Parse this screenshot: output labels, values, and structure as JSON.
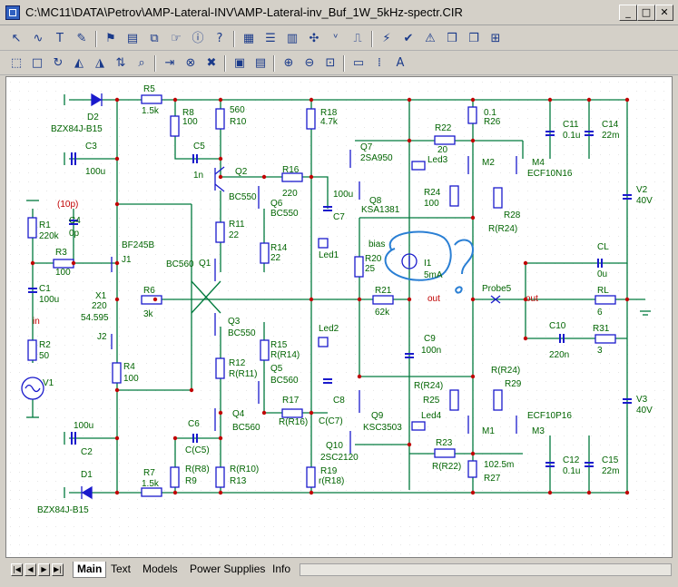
{
  "window": {
    "title": "C:\\MC11\\DATA\\Petrov\\AMP-Lateral-INV\\AMP-Lateral-inv_Buf_1W_5kHz-spectr.CIR",
    "minimize": "_",
    "maximize": "□",
    "close": "✕"
  },
  "colors": {
    "wire": "#007a3d",
    "component": "#1a1acc",
    "label": "#006400",
    "node_dot": "#c00000",
    "annotation": "#c00000",
    "pen": "#2a7fd4"
  },
  "toolbar1": [
    {
      "icon": "select-arrow-icon",
      "glyph": "↖"
    },
    {
      "icon": "wire-icon",
      "glyph": "∿"
    },
    {
      "icon": "text-tool-icon",
      "glyph": "T"
    },
    {
      "icon": "pen-icon",
      "glyph": "✎"
    },
    {
      "icon": "flag-icon",
      "glyph": "⚑"
    },
    {
      "icon": "book-icon",
      "glyph": "▤"
    },
    {
      "icon": "component-icon",
      "glyph": "⧉"
    },
    {
      "icon": "pointer-icon",
      "glyph": "☞"
    },
    {
      "icon": "info-icon",
      "glyph": "ⓘ"
    },
    {
      "icon": "help-icon",
      "glyph": "?"
    },
    {
      "icon": "grid-icon",
      "glyph": "▦"
    },
    {
      "icon": "list-icon",
      "glyph": "☰"
    },
    {
      "icon": "table-icon",
      "glyph": "▥"
    },
    {
      "icon": "node-icon",
      "glyph": "✣"
    },
    {
      "icon": "voltage-icon",
      "glyph": "ᵛ"
    },
    {
      "icon": "current-icon",
      "glyph": "⎍"
    },
    {
      "icon": "power-icon",
      "glyph": "⚡"
    },
    {
      "icon": "check-icon",
      "glyph": "✔"
    },
    {
      "icon": "state-icon",
      "glyph": "⚠"
    },
    {
      "icon": "page-icon",
      "glyph": "❒"
    },
    {
      "icon": "copy-icon",
      "glyph": "❐"
    },
    {
      "icon": "window-icon",
      "glyph": "⊞"
    }
  ],
  "toolbar2": [
    {
      "icon": "move-icon",
      "glyph": "⬚"
    },
    {
      "icon": "box-icon",
      "glyph": "□"
    },
    {
      "icon": "rotate-icon",
      "glyph": "↻"
    },
    {
      "icon": "flip-h-icon",
      "glyph": "◭"
    },
    {
      "icon": "flip-v-icon",
      "glyph": "◮"
    },
    {
      "icon": "mirror-icon",
      "glyph": "⇅"
    },
    {
      "icon": "find-icon",
      "glyph": "⌕"
    },
    {
      "icon": "step-icon",
      "glyph": "⇥"
    },
    {
      "icon": "stop-icon",
      "glyph": "⊗"
    },
    {
      "icon": "cancel-icon",
      "glyph": "✖"
    },
    {
      "icon": "stack-icon",
      "glyph": "▣"
    },
    {
      "icon": "stack2-icon",
      "glyph": "▤"
    },
    {
      "icon": "zoom-in-icon",
      "glyph": "⊕"
    },
    {
      "icon": "zoom-out-icon",
      "glyph": "⊖"
    },
    {
      "icon": "zoom-fit-icon",
      "glyph": "⊡"
    },
    {
      "icon": "display-icon",
      "glyph": "▭"
    },
    {
      "icon": "options-icon",
      "glyph": "⁞"
    },
    {
      "icon": "font-icon",
      "glyph": "A"
    }
  ],
  "schematic": {
    "labels": [
      {
        "id": "d2",
        "text": "D2"
      },
      {
        "id": "d2v",
        "text": "BZX84J-B15"
      },
      {
        "id": "r5",
        "text": "R5"
      },
      {
        "id": "r5v",
        "text": "1.5k"
      },
      {
        "id": "r8",
        "text": "R8"
      },
      {
        "id": "r8v",
        "text": "100"
      },
      {
        "id": "r10v",
        "text": "560"
      },
      {
        "id": "r10",
        "text": "R10"
      },
      {
        "id": "r18",
        "text": "R18"
      },
      {
        "id": "r18v",
        "text": "4.7k"
      },
      {
        "id": "r22",
        "text": "R22"
      },
      {
        "id": "r22v",
        "text": "20"
      },
      {
        "id": "r26v",
        "text": "0.1"
      },
      {
        "id": "r26",
        "text": "R26"
      },
      {
        "id": "c11",
        "text": "C11"
      },
      {
        "id": "c11v",
        "text": "0.1u"
      },
      {
        "id": "c14",
        "text": "C14"
      },
      {
        "id": "c14v",
        "text": "22m"
      },
      {
        "id": "c3",
        "text": "C3"
      },
      {
        "id": "c3v",
        "text": "100u"
      },
      {
        "id": "c5",
        "text": "C5"
      },
      {
        "id": "c5v",
        "text": "1n"
      },
      {
        "id": "q2",
        "text": "Q2"
      },
      {
        "id": "q2v",
        "text": "BC550"
      },
      {
        "id": "r16",
        "text": "R16"
      },
      {
        "id": "r16v",
        "text": "220"
      },
      {
        "id": "q7",
        "text": "Q7"
      },
      {
        "id": "q7v",
        "text": "2SA950"
      },
      {
        "id": "led3",
        "text": "Led3"
      },
      {
        "id": "m2",
        "text": "M2"
      },
      {
        "id": "m4",
        "text": "M4"
      },
      {
        "id": "m4v",
        "text": "ECF10N16"
      },
      {
        "id": "q6",
        "text": "Q6"
      },
      {
        "id": "q6v",
        "text": "BC550"
      },
      {
        "id": "c7v",
        "text": "100u"
      },
      {
        "id": "c7",
        "text": "C7"
      },
      {
        "id": "q8",
        "text": "Q8"
      },
      {
        "id": "q8v",
        "text": "KSA1381"
      },
      {
        "id": "r24",
        "text": "R24"
      },
      {
        "id": "r24v",
        "text": "100"
      },
      {
        "id": "r28",
        "text": "R28"
      },
      {
        "id": "r28v",
        "text": "R(R24)"
      },
      {
        "id": "v2",
        "text": "V2"
      },
      {
        "id": "v2v",
        "text": "40V"
      },
      {
        "id": "c4a",
        "text": "(10p)"
      },
      {
        "id": "r1",
        "text": "R1"
      },
      {
        "id": "r1v",
        "text": "220k"
      },
      {
        "id": "c4",
        "text": "C4"
      },
      {
        "id": "c4v",
        "text": "0p"
      },
      {
        "id": "j1v",
        "text": "BF245B"
      },
      {
        "id": "j1",
        "text": "J1"
      },
      {
        "id": "r11",
        "text": "R11"
      },
      {
        "id": "r11v",
        "text": "22"
      },
      {
        "id": "r14",
        "text": "R14"
      },
      {
        "id": "r14v",
        "text": "22"
      },
      {
        "id": "led1",
        "text": "Led1"
      },
      {
        "id": "bias",
        "text": "bias"
      },
      {
        "id": "cl",
        "text": "CL"
      },
      {
        "id": "clv",
        "text": "0u"
      },
      {
        "id": "r3",
        "text": "R3"
      },
      {
        "id": "r3v",
        "text": "100"
      },
      {
        "id": "q1v",
        "text": "BC560"
      },
      {
        "id": "q1",
        "text": "Q1"
      },
      {
        "id": "r20",
        "text": "R20"
      },
      {
        "id": "r20v",
        "text": "25"
      },
      {
        "id": "i1",
        "text": "I1"
      },
      {
        "id": "i1v",
        "text": "5mA"
      },
      {
        "id": "c1",
        "text": "C1"
      },
      {
        "id": "c1v",
        "text": "100u"
      },
      {
        "id": "x1",
        "text": "X1"
      },
      {
        "id": "x1v",
        "text": "220"
      },
      {
        "id": "x1p",
        "text": "54.595"
      },
      {
        "id": "r6",
        "text": "R6"
      },
      {
        "id": "r6v",
        "text": "3k"
      },
      {
        "id": "r21",
        "text": "R21"
      },
      {
        "id": "r21v",
        "text": "62k"
      },
      {
        "id": "out1",
        "text": "out"
      },
      {
        "id": "probe5",
        "text": "Probe5"
      },
      {
        "id": "out2",
        "text": "out"
      },
      {
        "id": "rl",
        "text": "RL"
      },
      {
        "id": "rlv",
        "text": "6"
      },
      {
        "id": "in",
        "text": "in"
      },
      {
        "id": "q3",
        "text": "Q3"
      },
      {
        "id": "q3v",
        "text": "BC550"
      },
      {
        "id": "led2",
        "text": "Led2"
      },
      {
        "id": "c10",
        "text": "C10"
      },
      {
        "id": "c10v",
        "text": "220n"
      },
      {
        "id": "r31",
        "text": "R31"
      },
      {
        "id": "r31v",
        "text": "3"
      },
      {
        "id": "r2",
        "text": "R2"
      },
      {
        "id": "r2v",
        "text": "50"
      },
      {
        "id": "j2",
        "text": "J2"
      },
      {
        "id": "r15",
        "text": "R15"
      },
      {
        "id": "r15v",
        "text": "R(R14)"
      },
      {
        "id": "c9",
        "text": "C9"
      },
      {
        "id": "c9v",
        "text": "100n"
      },
      {
        "id": "r4",
        "text": "R4"
      },
      {
        "id": "r4v",
        "text": "100"
      },
      {
        "id": "r12",
        "text": "R12"
      },
      {
        "id": "r12v",
        "text": "R(R11)"
      },
      {
        "id": "q5",
        "text": "Q5"
      },
      {
        "id": "q5v",
        "text": "BC560"
      },
      {
        "id": "r29top",
        "text": "R(R24)"
      },
      {
        "id": "r29",
        "text": "R29"
      },
      {
        "id": "v1",
        "text": "V1"
      },
      {
        "id": "r17",
        "text": "R17"
      },
      {
        "id": "r17v",
        "text": "R(R16)"
      },
      {
        "id": "c8",
        "text": "C8"
      },
      {
        "id": "c8v",
        "text": "C(C7)"
      },
      {
        "id": "r25top",
        "text": "R(R24)"
      },
      {
        "id": "r25",
        "text": "R25"
      },
      {
        "id": "q9",
        "text": "Q9"
      },
      {
        "id": "q9v",
        "text": "KSC3503"
      },
      {
        "id": "led4",
        "text": "Led4"
      },
      {
        "id": "m1",
        "text": "M1"
      },
      {
        "id": "m3",
        "text": "M3"
      },
      {
        "id": "m3v",
        "text": "ECF10P16"
      },
      {
        "id": "v3",
        "text": "V3"
      },
      {
        "id": "v3v",
        "text": "40V"
      },
      {
        "id": "q4",
        "text": "Q4"
      },
      {
        "id": "q4v",
        "text": "BC560"
      },
      {
        "id": "c6",
        "text": "C6"
      },
      {
        "id": "c6v",
        "text": "C(C5)"
      },
      {
        "id": "c2v",
        "text": "100u"
      },
      {
        "id": "c2",
        "text": "C2"
      },
      {
        "id": "q10",
        "text": "Q10"
      },
      {
        "id": "q10v",
        "text": "2SC2120"
      },
      {
        "id": "r23",
        "text": "R23"
      },
      {
        "id": "r23v",
        "text": "R(R22)"
      },
      {
        "id": "r9top",
        "text": "R(R8)"
      },
      {
        "id": "r9",
        "text": "R9"
      },
      {
        "id": "r13top",
        "text": "R(R10)"
      },
      {
        "id": "r13",
        "text": "R13"
      },
      {
        "id": "r7",
        "text": "R7"
      },
      {
        "id": "r7v",
        "text": "1.5k"
      },
      {
        "id": "r19",
        "text": "R19"
      },
      {
        "id": "r19v",
        "text": "r(R18)"
      },
      {
        "id": "r27v",
        "text": "102.5m"
      },
      {
        "id": "r27",
        "text": "R27"
      },
      {
        "id": "c12",
        "text": "C12"
      },
      {
        "id": "c12v",
        "text": "0.1u"
      },
      {
        "id": "c15",
        "text": "C15"
      },
      {
        "id": "c15v",
        "text": "22m"
      },
      {
        "id": "d1",
        "text": "D1"
      },
      {
        "id": "d1v",
        "text": "BZX84J-B15"
      }
    ]
  },
  "tabs": [
    {
      "label": "Main",
      "active": true
    },
    {
      "label": "Text",
      "active": false
    },
    {
      "label": "Models",
      "active": false
    },
    {
      "label": "Power Supplies",
      "active": false
    },
    {
      "label": "Info",
      "active": false
    }
  ],
  "nav": [
    "|◀",
    "◀",
    "▶",
    "▶|"
  ]
}
